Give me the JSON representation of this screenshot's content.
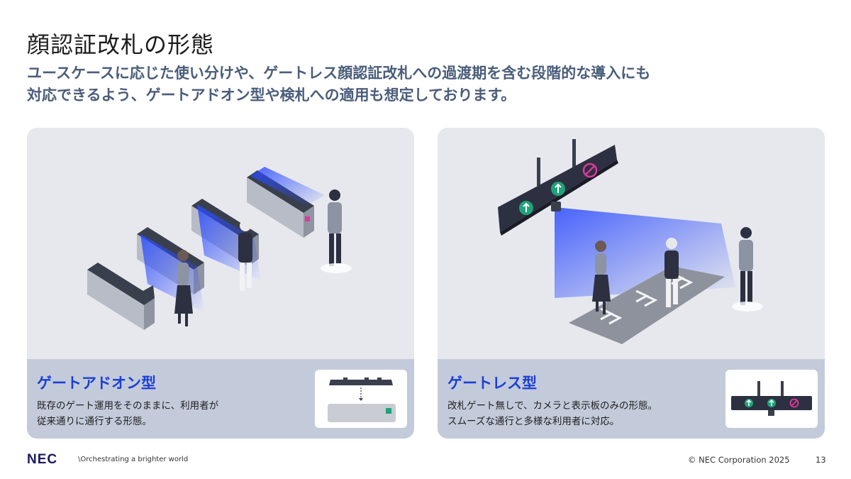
{
  "slide": {
    "title": "顔認証改札の形態",
    "subtitle_line1": "ユースケースに応じた使い分けや、ゲートレス顔認証改札への過渡期を含む段階的な導入にも",
    "subtitle_line2": "対応できるよう、ゲートアドオン型や検札への適用も想定しております。"
  },
  "cards": [
    {
      "name": "ゲートアドオン型",
      "desc_line1": "既存のゲート運用をそのままに、利用者が",
      "desc_line2": "従来通りに通行する形態。"
    },
    {
      "name": "ゲートレス型",
      "desc_line1": "改札ゲート無しで、カメラと表示板のみの形態。",
      "desc_line2": "スムーズな通行と多様な利用者に対応。"
    }
  ],
  "footer": {
    "logo": "NEC",
    "tagline": "\\Orchestrating a brighter world",
    "copyright": "© NEC Corporation 2025",
    "page_number": "13"
  },
  "colors": {
    "card_bg": "#e6e8ee",
    "info_bg": "#c3cada",
    "accent_blue": "#1b3fd6",
    "subtitle_gray_blue": "#4a5d7a",
    "sign_green": "#1fa37a",
    "sign_pink": "#e0389a"
  }
}
